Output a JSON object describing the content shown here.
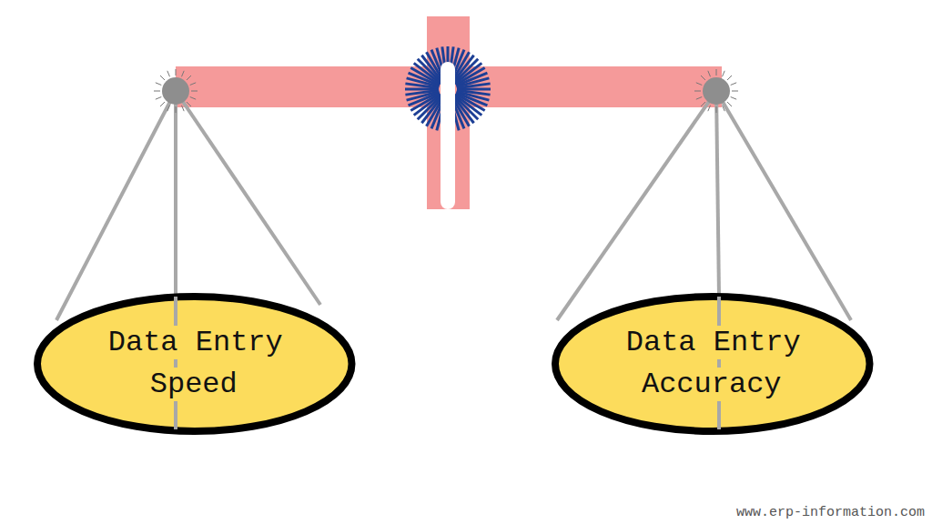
{
  "diagram": {
    "nodes": [
      {
        "text": [
          "Data Entry Speed"
        ]
      },
      {
        "text": [
          "Data Entry Accuracy"
        ]
      }
    ],
    "labels": [
      "www.erp-information.com"
    ]
  }
}
